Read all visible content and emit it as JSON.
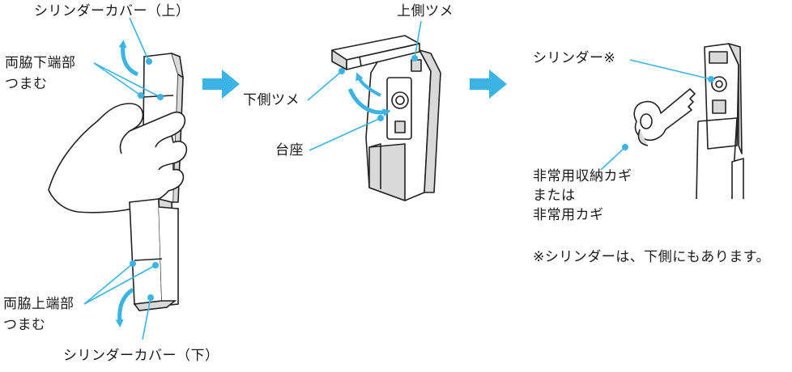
{
  "labels": {
    "cover_top": "シリンダーカバー（上）",
    "pinch_bottom_line1": "両脇下端部",
    "pinch_bottom_line2": "つまむ",
    "pinch_top_line1": "両脇上端部",
    "pinch_top_line2": "つまむ",
    "cover_bottom": "シリンダーカバー（下）",
    "upper_claw": "上側ツメ",
    "lower_claw": "下側ツメ",
    "base": "台座",
    "cylinder": "シリンダー※",
    "key_line1": "非常用収納カギ",
    "key_line2": "または",
    "key_line3": "非常用カギ",
    "note": "※シリンダーは、下側にもあります。"
  },
  "colors": {
    "accent": "#3bb4e5",
    "line": "#222222",
    "body_fill": "#ffffff",
    "shade": "#d9d9d9"
  }
}
